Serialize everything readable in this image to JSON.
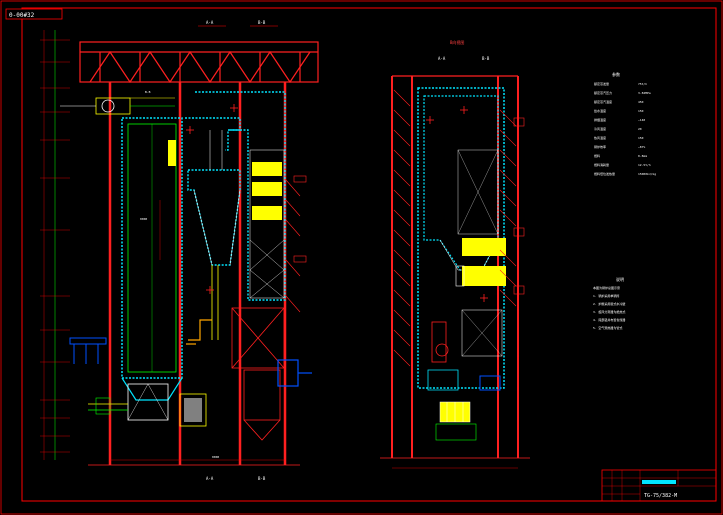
{
  "drawing": {
    "tab_label": "0-00#32",
    "drawing_number": "TG-75/382-M",
    "section_label_a_top": "A-A",
    "section_label_b_top": "B-B",
    "section_label_a_bottom": "A-A",
    "section_label_b_bottom": "B-B",
    "right_view_title": "B向视图",
    "right_view_a": "A-A",
    "right_view_b": "B-B"
  },
  "params": {
    "heading": "参数",
    "rows": [
      {
        "label": "额定蒸发量",
        "value": "75t/h"
      },
      {
        "label": "额定蒸汽压力",
        "value": "3.82MPa"
      },
      {
        "label": "额定蒸汽温度",
        "value": "450"
      },
      {
        "label": "给水温度",
        "value": "150"
      },
      {
        "label": "排烟温度",
        "value": "~140"
      },
      {
        "label": "冷风温度",
        "value": "20"
      },
      {
        "label": "热风温度",
        "value": "150"
      },
      {
        "label": "锅炉效率",
        "value": "~87%"
      },
      {
        "label": "燃料",
        "value": "0-8mm"
      },
      {
        "label": "燃料消耗量",
        "value": "12.5t/h"
      },
      {
        "label": "燃料低位发热量",
        "value": "15000kJ/kg"
      }
    ]
  },
  "notes": {
    "heading": "说明",
    "lines": [
      "本图为锅炉总图示意",
      "1. 锅炉采用单锅筒",
      "2. 炉膛采用膜式水冷壁",
      "3. 旋风分离器为绝热式",
      "4. 尾部竖井布置省煤器",
      "5. 空气预热器为管式"
    ]
  },
  "colors": {
    "frame": "#ff0000",
    "steel": "#ff2020",
    "furnace": "#00e5ff",
    "furnace_dash": "#00bfff",
    "tube": "#ffffff",
    "heater": "#ffff00",
    "green": "#00ff00",
    "blue": "#0050ff",
    "magenta": "#ff00ff",
    "orange": "#ffa500"
  }
}
